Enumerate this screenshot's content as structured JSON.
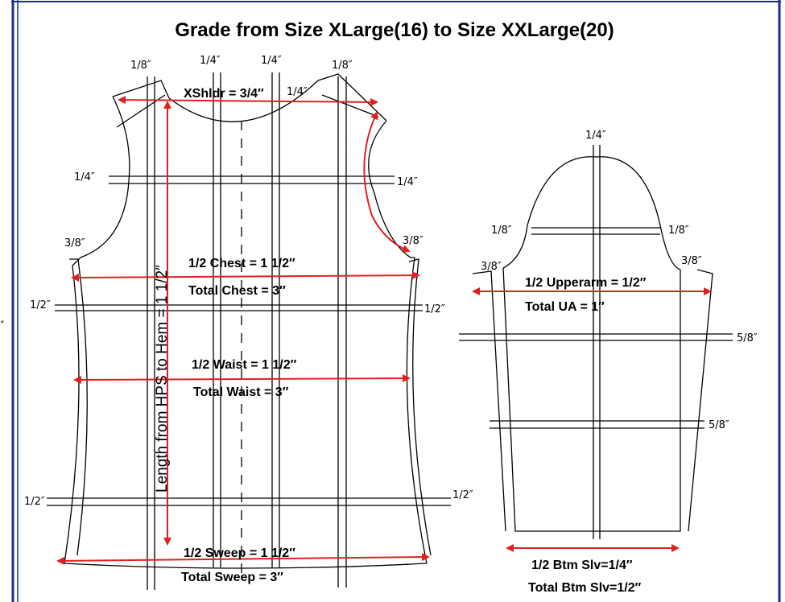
{
  "title": "Grade from Size XLarge(16) to Size XXLarge(20)",
  "left_margin_text": "″",
  "colors": {
    "measure_arrow": "#e02020",
    "frame_blue": "#1a2e8a",
    "pattern_line": "#000000"
  },
  "bodice": {
    "grades": {
      "left_shoulder": "1/8″",
      "center_left": "1/4″",
      "center_right": "1/4″",
      "right_shoulder": "1/8″",
      "armhole_right_top": "1/4″",
      "upper_left": "1/4″",
      "upper_right": "1/4″",
      "armhole_left": "3/8″",
      "armhole_right": "3/8″",
      "chest_left": "1/2″",
      "chest_right": "1/2″",
      "hem_left": "1/2″",
      "hem_right": "1/2″"
    },
    "measurements": {
      "xshldr": "XShldr = 3/4″",
      "half_chest": "1/2 Chest = 1 1/2″",
      "total_chest": "Total Chest = 3″",
      "half_waist": "1/2 Waist = 1 1/2″",
      "total_waist": "Total Waist = 3″",
      "half_sweep": "1/2 Sweep = 1 1/2″",
      "total_sweep": "Total Sweep = 3″",
      "length": "Length from HPS to Hem = 1 1/2″"
    }
  },
  "sleeve": {
    "grades": {
      "cap_top": "1/4″",
      "cap_left": "1/8″",
      "cap_right": "1/8″",
      "underarm_left": "3/8″",
      "underarm_right": "3/8″",
      "mid_right": "5/8″",
      "lower_right": "5/8″"
    },
    "measurements": {
      "half_upperarm": "1/2 Upperarm = 1/2″",
      "total_ua": "Total UA = 1″",
      "half_btm_slv": "1/2 Btm Slv=1/4″",
      "total_btm_slv": "Total Btm Slv=1/2″"
    }
  }
}
